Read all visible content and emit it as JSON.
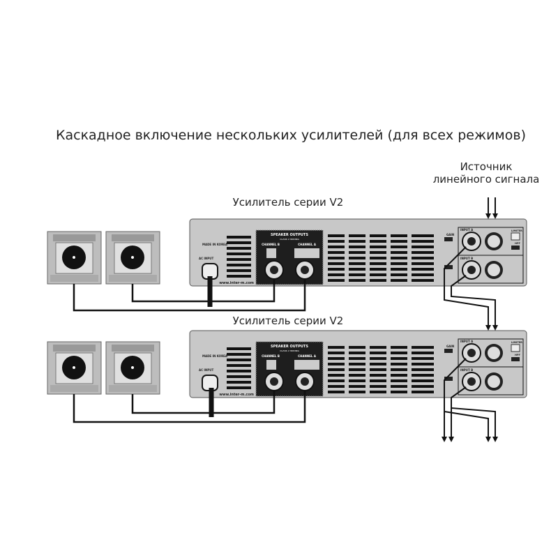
{
  "title": "Каскадное включение нескольких усилителей (для всех режимов)",
  "source_label_line1": "Источник",
  "source_label_line2": "линейного сигнала",
  "amplifiers": [
    {
      "label": "Усилитель серии V2"
    },
    {
      "label": "Усилитель серии V2"
    }
  ],
  "panel": {
    "speaker_outputs": "SPEAKER OUTPUTS",
    "class": "CLASS 2 WIRING",
    "channel_b": "CHANNEL B",
    "channel_a": "CHANNEL A",
    "website": "www.inter-m.com",
    "ac_input": "AC INPUT",
    "made_in": "MADE IN KOREA",
    "input_a": "INPUT A",
    "input_b": "INPUT B",
    "gain": "GAIN",
    "limiter": "LIMITER",
    "hpf": "HPF"
  },
  "colors": {
    "panel": "#c8c8c8",
    "panel_dark": "#1e1e1e",
    "wire": "#111111",
    "speaker": "#bdbdbd"
  }
}
